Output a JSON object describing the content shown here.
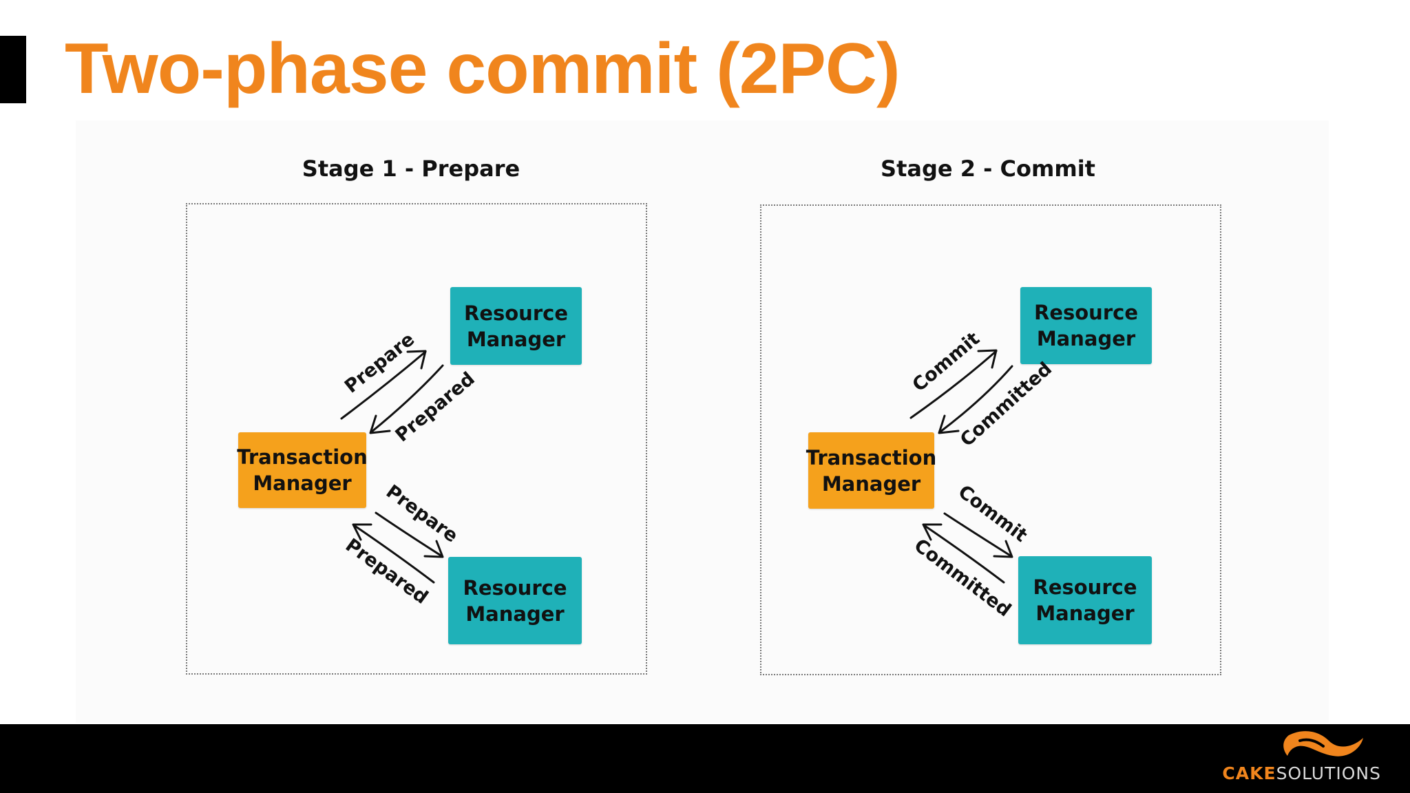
{
  "slide": {
    "title": "Two-phase commit (2PC)",
    "accent_color": "#f0851d"
  },
  "stages": [
    {
      "heading": "Stage 1 - Prepare",
      "transaction_manager": "Transaction\nManager",
      "resource_manager_top": "Resource\nManager",
      "resource_manager_bottom": "Resource\nManager",
      "edges": {
        "top_request": "Prepare",
        "top_response": "Prepared",
        "bottom_request": "Prepare",
        "bottom_response": "Prepared"
      }
    },
    {
      "heading": "Stage 2 - Commit",
      "transaction_manager": "Transaction\nManager",
      "resource_manager_top": "Resource\nManager",
      "resource_manager_bottom": "Resource\nManager",
      "edges": {
        "top_request": "Commit",
        "top_response": "Committed",
        "bottom_request": "Commit",
        "bottom_response": "Committed"
      }
    }
  ],
  "colors": {
    "transaction_manager": "#f5a11c",
    "resource_manager": "#1fb1b8",
    "footer": "#000000"
  },
  "footer": {
    "logo_part1": "CAKE",
    "logo_part2": "SOLUTIONS",
    "logo_icon": "cake-swirl-icon"
  }
}
